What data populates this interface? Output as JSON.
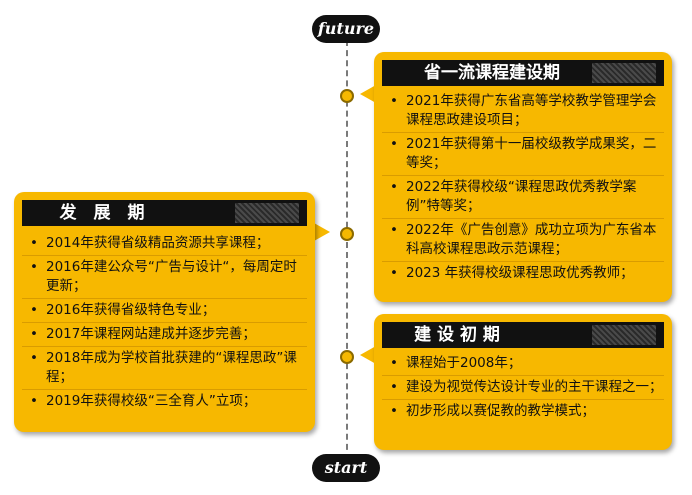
{
  "timeline": {
    "top_label": "future",
    "bottom_label": "start"
  },
  "stages": {
    "top": {
      "title": "省一流课程建设期",
      "items": [
        "2021年获得广东省高等学校教学管理学会课程思政建设项目；",
        "2021年获得第十一届校级教学成果奖，二等奖；",
        "2022年获得校级“课程思政优秀教学案例”特等奖；",
        "2022年《广告创意》成功立项为广东省本科高校课程思政示范课程；",
        "2023 年获得校级课程思政优秀教师；"
      ]
    },
    "middle": {
      "title": "发　展　期",
      "items": [
        "2014年获得省级精品资源共享课程；",
        "2016年建公众号“广告与设计“，每周定时更新；",
        "2016年获得省级特色专业；",
        "2017年课程网站建成并逐步完善；",
        "2018年成为学校首批获建的“课程思政”课程；",
        "2019年获得校级“三全育人”立项；"
      ]
    },
    "bottom": {
      "title": "建 设 初 期",
      "items": [
        "课程始于2008年；",
        "建设为视觉传达设计专业的主干课程之一；",
        "初步形成以赛促教的教学模式；"
      ]
    }
  },
  "colors": {
    "card": "#f7b800",
    "header": "#111111",
    "axis": "#7a7a7a"
  }
}
